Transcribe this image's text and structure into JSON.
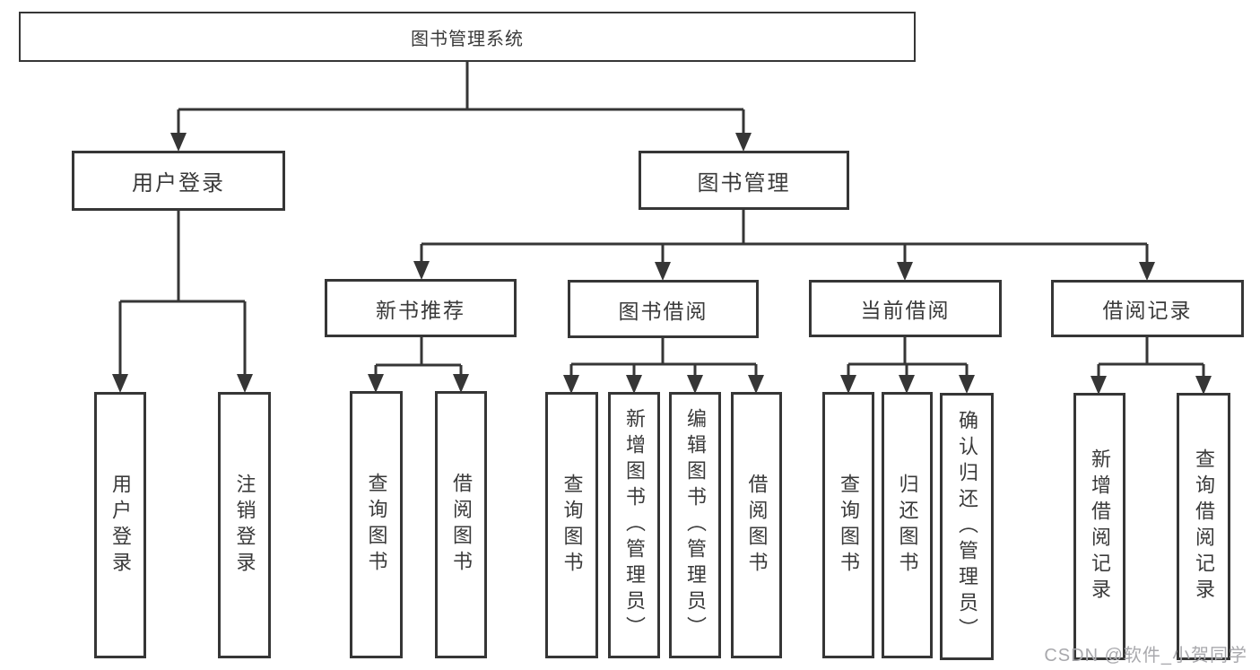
{
  "colors": {
    "line": "#363636",
    "text": "#3a3a3a",
    "watermark": "#a9a9ad",
    "bg": "#ffffff"
  },
  "nodes": {
    "root": "图书管理系统",
    "user_login_group": "用户登录",
    "book_mgmt": "图书管理",
    "new_book_rec": "新书推荐",
    "book_borrow": "图书借阅",
    "current_borrow": "当前借阅",
    "borrow_records": "借阅记录",
    "user_login": "用户登录",
    "logout": "注销登录",
    "rec_query_books": "查询图书",
    "rec_borrow_books": "借阅图书",
    "bb_query_books": "查询图书",
    "bb_add_books": "新增图书（管理员）",
    "bb_edit_books": "编辑图书（管理员）",
    "bb_borrow_books": "借阅图书",
    "cb_query_books": "查询图书",
    "cb_return_books": "归还图书",
    "cb_confirm_return": "确认归还（管理员）",
    "br_add_record": "新增借阅记录",
    "br_query_record": "查询借阅记录"
  },
  "watermark": "CSDN @软件_小贺同学"
}
